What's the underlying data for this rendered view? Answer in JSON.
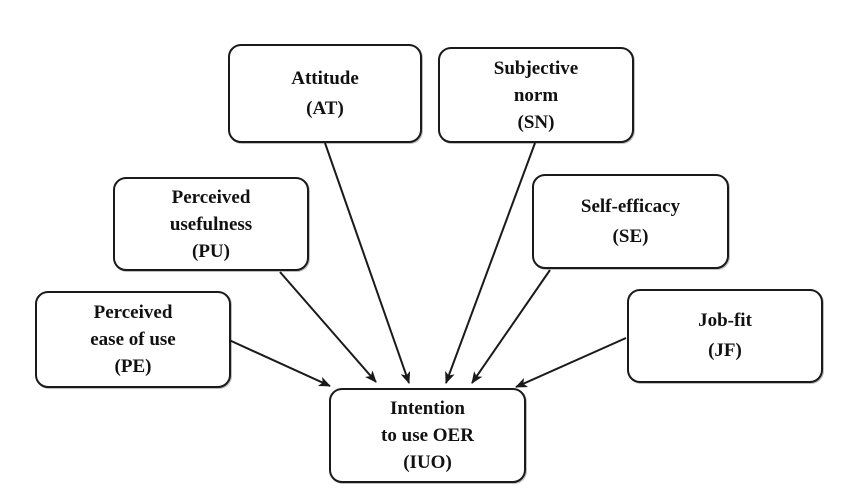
{
  "diagram": {
    "type": "research-model",
    "colors": {
      "stroke": "#1a1a1a",
      "text": "#111111",
      "background": "#ffffff"
    },
    "nodes": {
      "at": {
        "id": "AT",
        "lines": [
          "Attitude",
          "(AT)"
        ]
      },
      "sn": {
        "id": "SN",
        "lines": [
          "Subjective",
          "norm",
          "(SN)"
        ]
      },
      "pu": {
        "id": "PU",
        "lines": [
          "Perceived",
          "usefulness",
          "(PU)"
        ]
      },
      "se": {
        "id": "SE",
        "lines": [
          "Self-efficacy",
          "(SE)"
        ]
      },
      "pe": {
        "id": "PE",
        "lines": [
          "Perceived",
          "ease of use",
          "(PE)"
        ]
      },
      "jf": {
        "id": "JF",
        "lines": [
          "Job-fit",
          "(JF)"
        ]
      },
      "iuo": {
        "id": "IUO",
        "lines": [
          "Intention",
          "to use OER",
          "(IUO)"
        ]
      }
    },
    "edges": [
      {
        "from": "PE",
        "to": "IUO"
      },
      {
        "from": "PU",
        "to": "IUO"
      },
      {
        "from": "AT",
        "to": "IUO"
      },
      {
        "from": "SN",
        "to": "IUO"
      },
      {
        "from": "SE",
        "to": "IUO"
      },
      {
        "from": "JF",
        "to": "IUO"
      }
    ]
  }
}
